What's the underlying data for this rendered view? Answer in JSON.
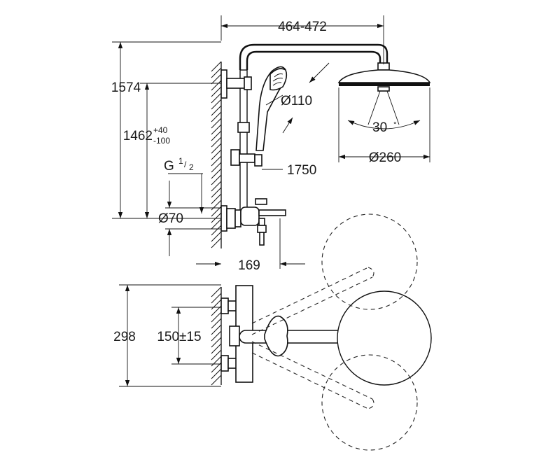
{
  "dimensions": {
    "arm_reach": "464-472",
    "total_height": "1574",
    "height_base": "1462",
    "height_tol_plus": "+40",
    "height_tol_minus": "-100",
    "thread_prefix": "G",
    "thread_num": "1",
    "thread_den": "2",
    "wall_rose_dia": "Ø70",
    "hand_shower_dia": "Ø110",
    "hose_length": "1750",
    "head_shower_dia": "Ø260",
    "tilt_angle": "30",
    "tilt_unit": "°",
    "spout_projection": "169",
    "plan_depth": "298",
    "inlet_centres": "150±15"
  }
}
